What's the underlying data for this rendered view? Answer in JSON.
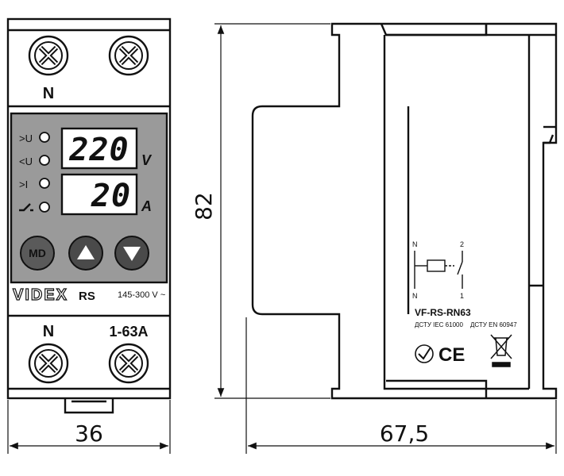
{
  "front_view": {
    "top_terminal_label": "N",
    "bottom_terminal_left_label": "N",
    "bottom_terminal_right_label": "1-63A",
    "indicators": [
      ">U",
      "<U",
      ">I",
      "relay-symbol"
    ],
    "display_voltage": "220",
    "display_voltage_unit": "V",
    "display_current": "20",
    "display_current_unit": "A",
    "button_md_label": "MD",
    "button_up_icon": "triangle-up-icon",
    "button_down_icon": "triangle-down-icon",
    "brand": "VIDEX",
    "brand_suffix": "RS",
    "voltage_range": "145-300 V ~"
  },
  "side_view": {
    "schematic_top_left": "N",
    "schematic_top_right": "2",
    "schematic_bottom_left": "N",
    "schematic_bottom_right": "1",
    "model": "VF-RS-RN63",
    "standard_1": "ДСТУ IEC 61000",
    "standard_2": "ДСТУ EN 60947",
    "marks": [
      "ukrsepro-icon",
      "ce-mark-icon",
      "weee-bin-icon"
    ],
    "ce_text": "CE"
  },
  "dimensions": {
    "height": "82",
    "front_width": "36",
    "side_depth": "67,5"
  },
  "colors": {
    "outline": "#111111",
    "panel": "#9a9a9a",
    "display_bg": "#ffffff",
    "button_md": "#5a5a5a",
    "button_arrows": "#4a4a4a"
  }
}
